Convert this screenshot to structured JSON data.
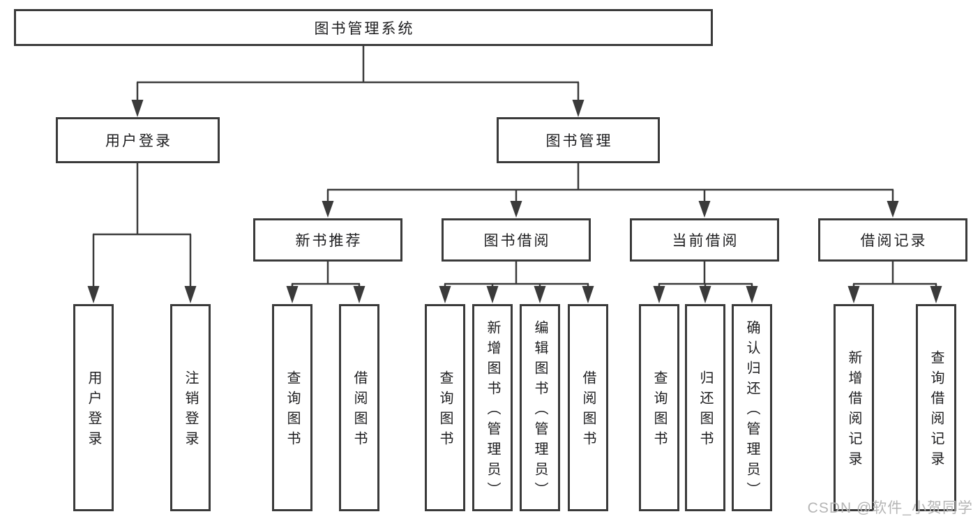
{
  "colors": {
    "background": "#ffffff",
    "box_border": "#3a3a3a",
    "connector_line": "#3a3a3a",
    "arrowhead": "#3a3a3a",
    "node_text": "#1d1d1f",
    "watermark_text": "#b5b5b5"
  },
  "watermark": {
    "text": "CSDN @软件_小贺同学"
  },
  "diagram": {
    "root": {
      "label": "图书管理系统"
    },
    "branches": [
      {
        "label": "用户登录",
        "children": [
          {
            "label": "用户登录"
          },
          {
            "label": "注销登录"
          }
        ]
      },
      {
        "label": "图书管理",
        "groups": [
          {
            "label": "新书推荐",
            "children": [
              {
                "label": "查询图书"
              },
              {
                "label": "借阅图书"
              }
            ]
          },
          {
            "label": "图书借阅",
            "children": [
              {
                "label": "查询图书"
              },
              {
                "label": "新增图书（管理员）"
              },
              {
                "label": "编辑图书（管理员）"
              },
              {
                "label": "借阅图书"
              }
            ]
          },
          {
            "label": "当前借阅",
            "children": [
              {
                "label": "查询图书"
              },
              {
                "label": "归还图书"
              },
              {
                "label": "确认归还（管理员）"
              }
            ]
          },
          {
            "label": "借阅记录",
            "children": [
              {
                "label": "新增借阅记录"
              },
              {
                "label": "查询借阅记录"
              }
            ]
          }
        ]
      }
    ]
  }
}
